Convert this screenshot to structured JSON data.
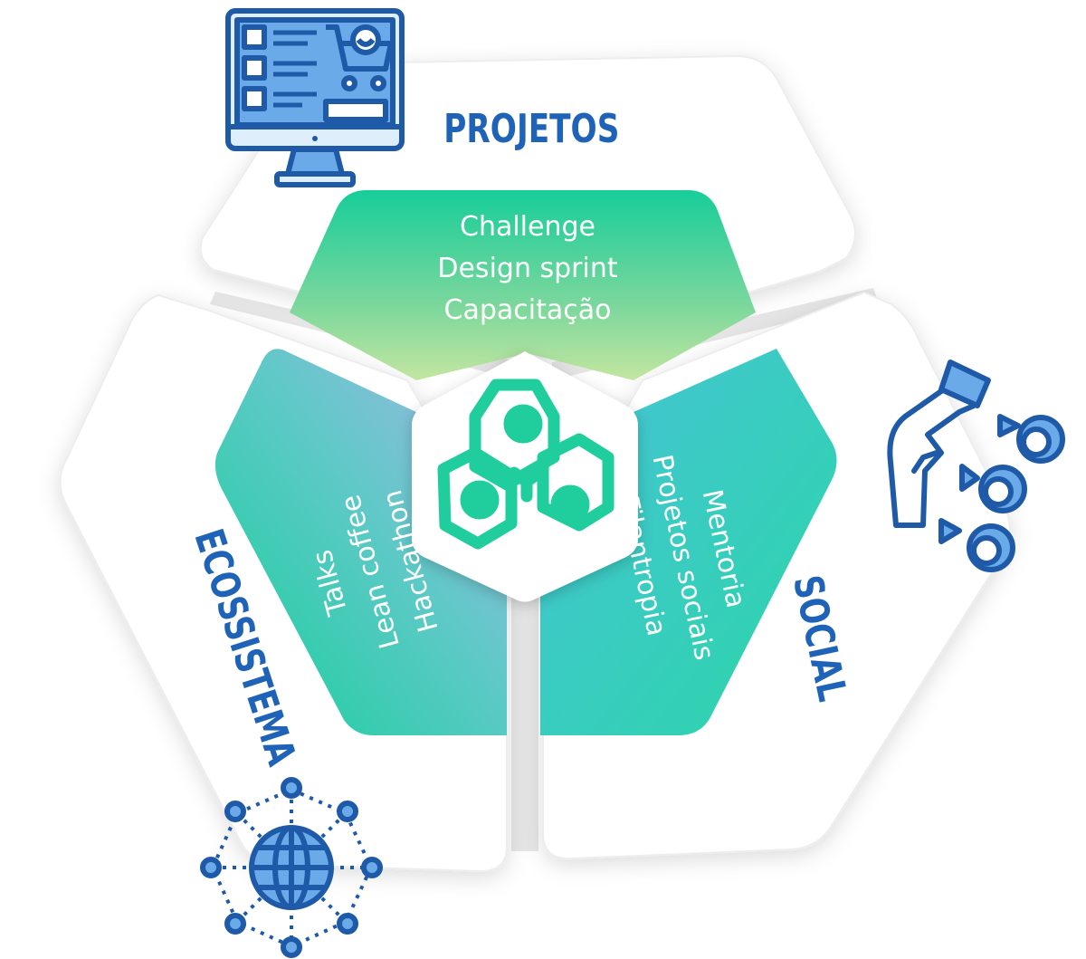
{
  "segments": {
    "projetos": {
      "title": "PROJETOS",
      "items": [
        "Challenge",
        "Design sprint",
        "Capacitação"
      ]
    },
    "social": {
      "title": "SOCIAL",
      "items": [
        "Mentoria",
        "Projetos sociais",
        "Filantropia"
      ]
    },
    "ecossistema": {
      "title": "ECOSSISTEMA",
      "items": [
        "Talks",
        "Lean coffee",
        "Hackathon"
      ]
    }
  },
  "icons": {
    "top": "computer-shop-icon",
    "right": "hand-people-icon",
    "bottom": "global-network-icon",
    "center": "hexagon-logo-icon"
  },
  "colors": {
    "label_blue": "#1e63b8",
    "icon_blue": "#2f7fd6",
    "green": "#1ecf9c",
    "teal": "#3cc6cf",
    "outer_panel": "#ffffff",
    "gap_gray": "#e3e3e3"
  }
}
